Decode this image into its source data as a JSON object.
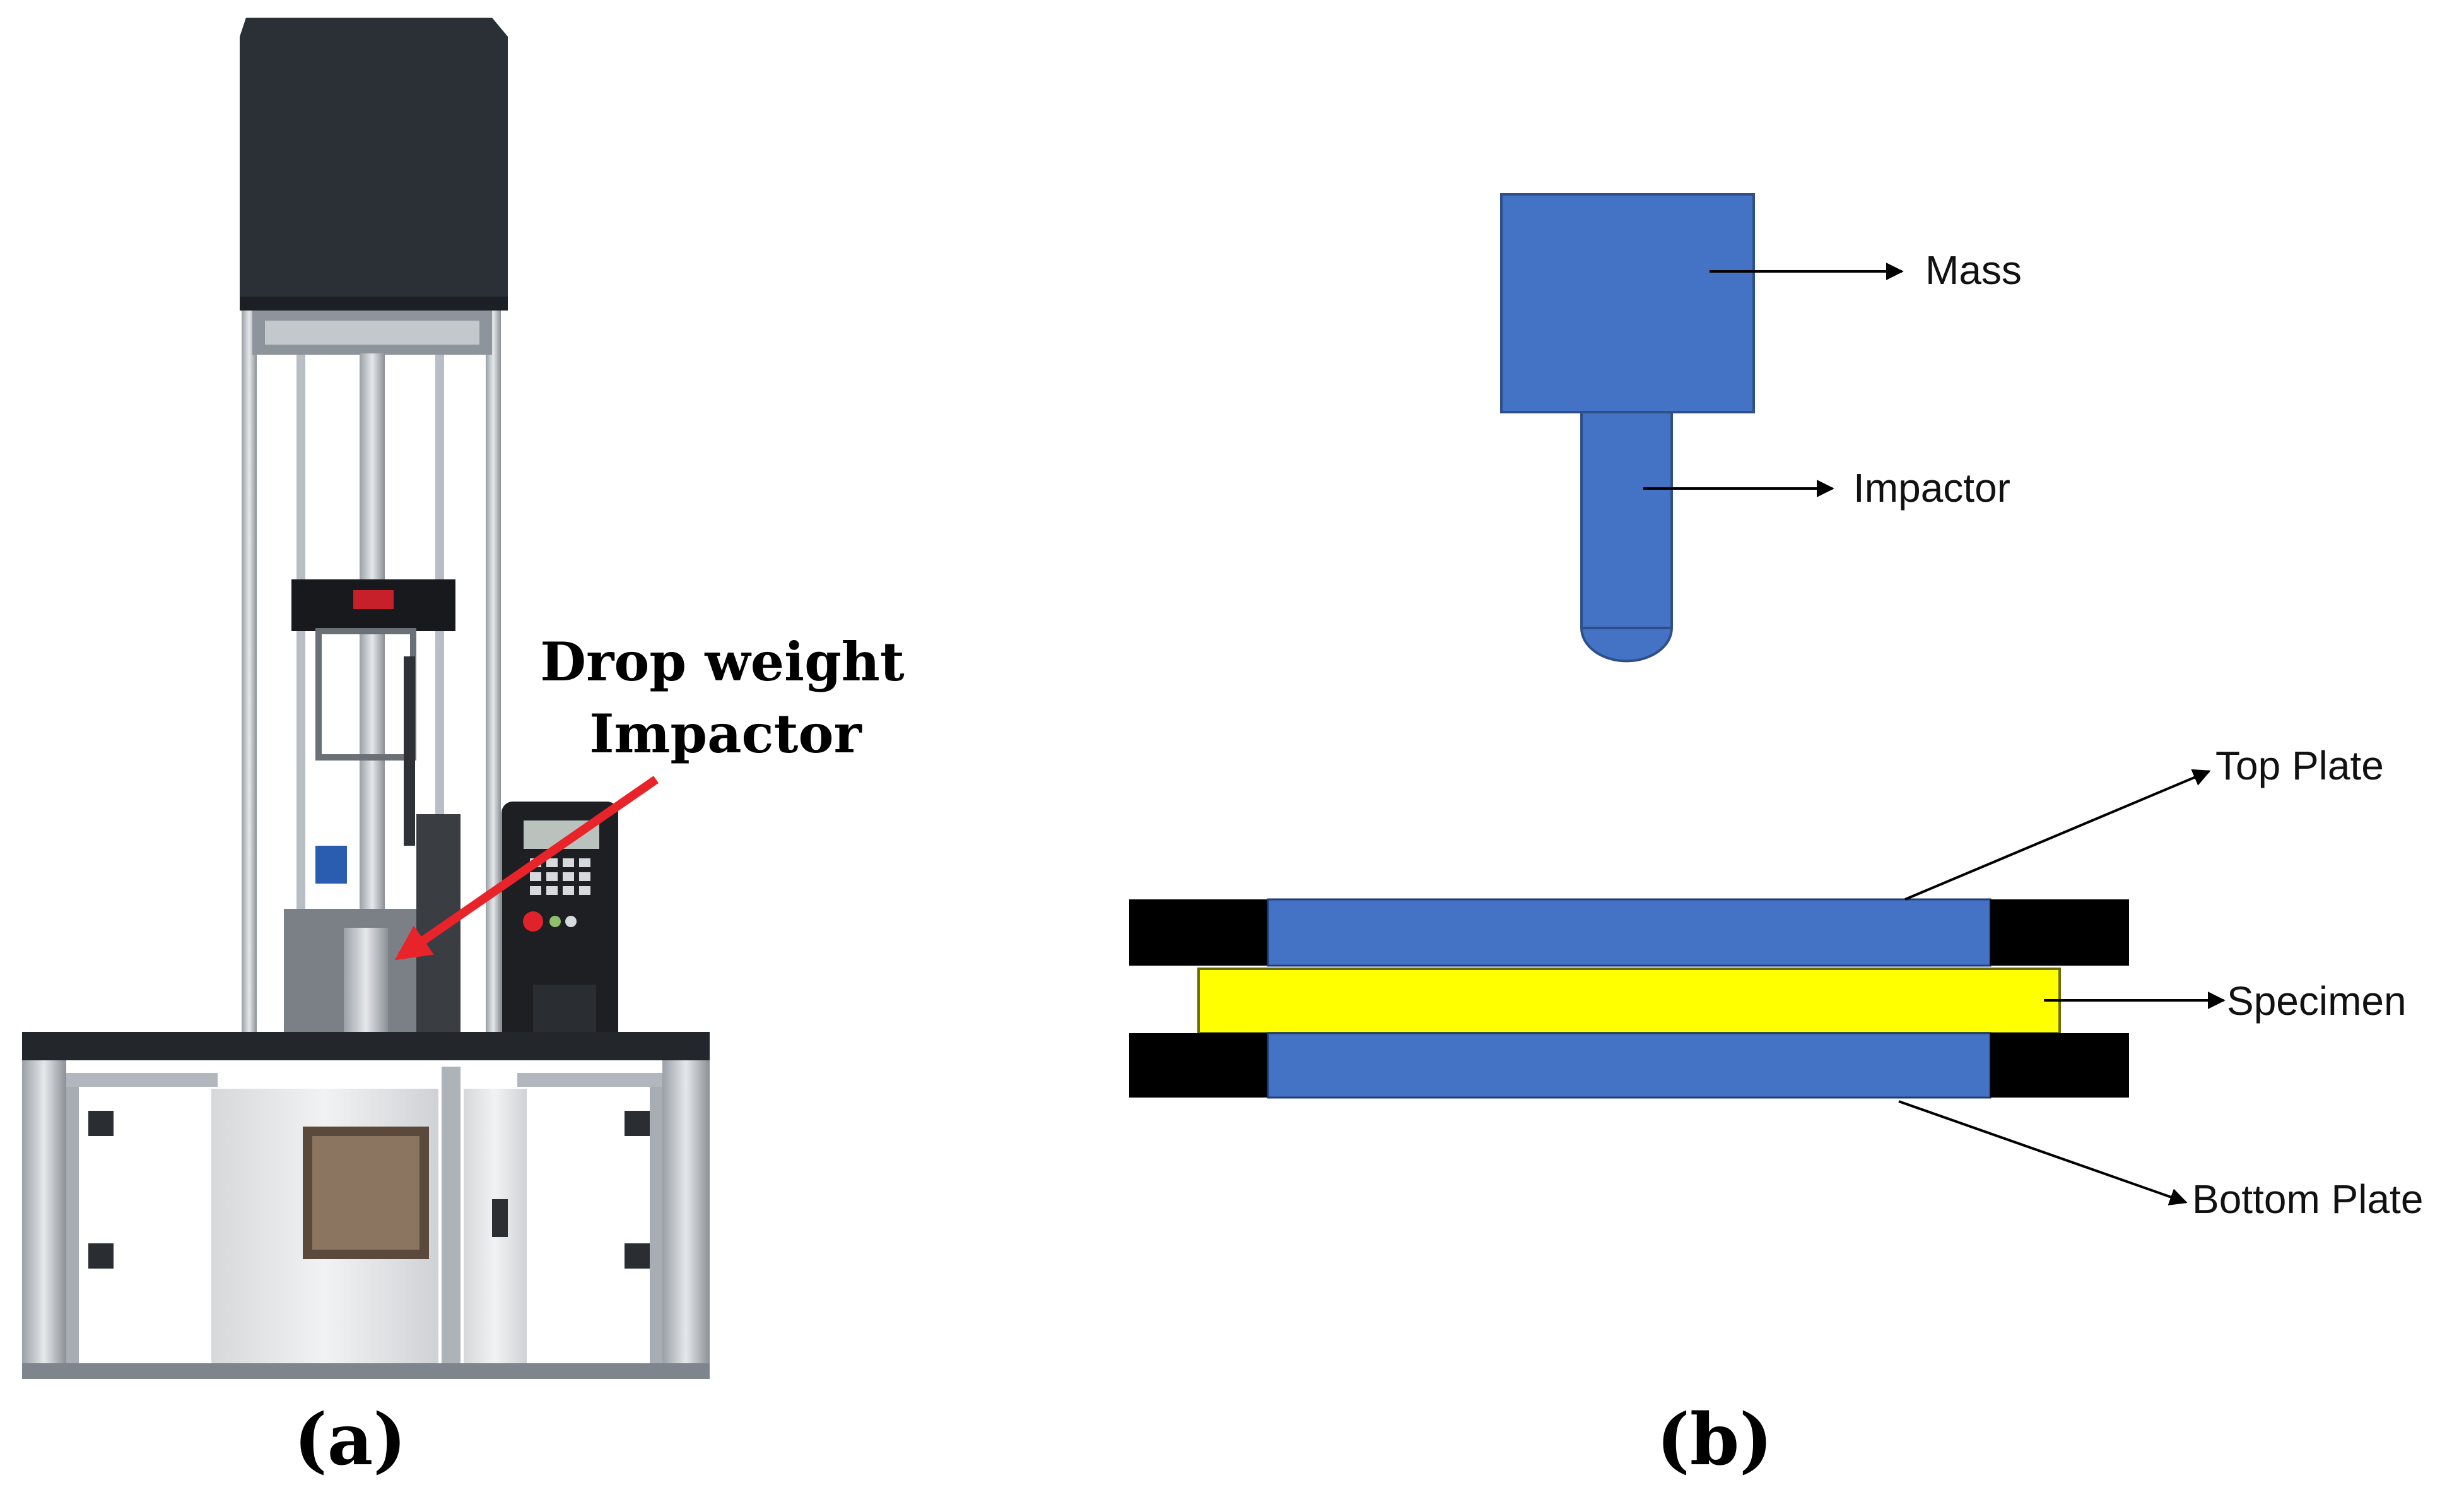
{
  "panel_a": {
    "annotation_line1": "Drop weight",
    "annotation_line2": "Impactor",
    "caption": "(a)",
    "controller_display_icon": "keypad-display-icon",
    "arrow_color": "#e8242a"
  },
  "panel_b": {
    "caption": "(b)",
    "labels": {
      "mass": "Mass",
      "impactor": "Impactor",
      "top_plate": "Top Plate",
      "specimen": "Specimen",
      "bottom_plate": "Bottom Plate"
    },
    "colors": {
      "plate_blue": "#4472c4",
      "clamp_black": "#000000",
      "specimen_yellow": "#ffff00"
    }
  }
}
